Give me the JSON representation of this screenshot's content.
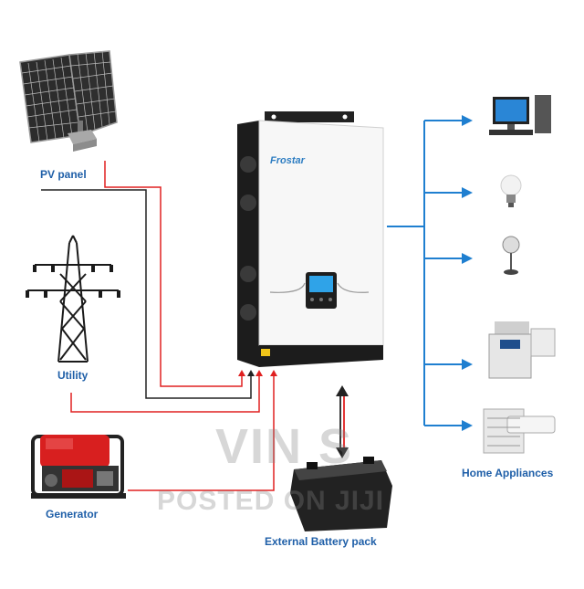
{
  "labels": {
    "pv_panel": "PV panel",
    "utility": "Utility",
    "generator": "Generator",
    "battery": "External Battery pack",
    "home": "Home Appliances"
  },
  "inverter": {
    "brand": "Frostar"
  },
  "watermark": {
    "line1": "VIN S",
    "line2": "POSTED ON JIJI"
  },
  "colors": {
    "red_wire": "#e02020",
    "black_wire": "#222222",
    "blue_arrow": "#1f7fd0",
    "label_text": "#1f5fa8"
  },
  "icons": [
    "solar-panel-icon",
    "utility-tower-icon",
    "generator-icon",
    "inverter-icon",
    "battery-icon",
    "computer-icon",
    "light-bulb-icon",
    "fan-icon",
    "printer-icon",
    "air-conditioner-icon"
  ]
}
